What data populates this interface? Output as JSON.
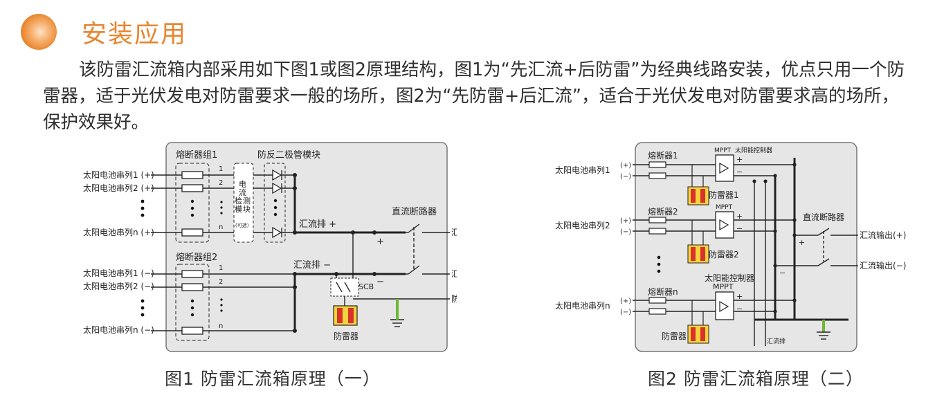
{
  "section": {
    "title": "安装应用",
    "paragraph": "该防雷汇流箱内部采用如下图1或图2原理结构，图1为“先汇流+后防雷”为经典线路安装，优点只用一个防雷器，适于光伏发电对防雷要求一般的场所，图2为“先防雷+后汇流”，适合于光伏发电对防雷要求高的场所，保护效果好。"
  },
  "figure1": {
    "caption": "图1  防雷汇流箱原理（一）",
    "fuse_group1": "熔断器组1",
    "fuse_group2": "熔断器组2",
    "diode_module": "防反二极管模块",
    "current_module": [
      "电",
      "流",
      "检",
      "测",
      "模",
      "块"
    ],
    "optional": "(可选)",
    "busbar_pos": "汇流排 +",
    "busbar_neg": "汇流排 −",
    "breaker": "直流断路器",
    "out_pos": "汇流输出 (+)",
    "out_neg": "汇流输出 (−)",
    "ground": "防雷接地 PE",
    "scb": "SCB",
    "arrester": "防雷器",
    "plus": "+",
    "minus": "−",
    "strings_pos": [
      "太阳电池串列1 (+)",
      "太阳电池串列2 (+)",
      "太阳电池串列n (+)"
    ],
    "strings_neg": [
      "太阳电池串列1 (−)",
      "太阳电池串列2 (−)",
      "太阳电池串列n (−)"
    ],
    "line_nums": [
      "1",
      "2",
      "n"
    ]
  },
  "figure2": {
    "caption": "图2 防雷汇流箱原理（二）",
    "fuses": [
      "熔断器1",
      "熔断器2",
      "熔断器n"
    ],
    "mppt": "MPPT",
    "controller": "太阳能控制器",
    "arresters": [
      "防雷器1",
      "防雷器2",
      "防雷器"
    ],
    "breaker": "直流断路器",
    "busbar": "汇流排",
    "out_pos": "汇流输出(+)",
    "out_neg": "汇流输出(−)",
    "strings": [
      "太阳电池串列1",
      "太阳电池串列2",
      "太阳电池串列n"
    ],
    "plus": "+",
    "minus": "−",
    "pol_pos": "(+)",
    "pol_neg": "(−)"
  },
  "colors": {
    "accent": "#e8852e",
    "panel": "#e6e6e6",
    "arrester_yellow": "#f5d33c",
    "arrester_red": "#d8322b",
    "ground_green": "#6fb833"
  }
}
